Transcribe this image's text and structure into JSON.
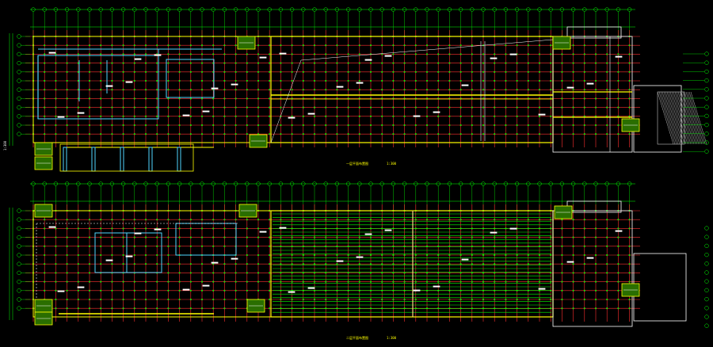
{
  "drawing": {
    "background": "#000000",
    "colors": {
      "grid_axis": "#ff3030",
      "column_grid": "#00ff00",
      "wall": "#ffff00",
      "partition": "#4fd6ff",
      "dimension": "#00ff00",
      "text": "#ffffff",
      "hatch": "#c0c0c0",
      "roof_line": "#00ff00"
    },
    "plans": [
      {
        "id": "plan-upper",
        "title": "一层平面布置图",
        "scale": "1:300"
      },
      {
        "id": "plan-lower",
        "title": "二层平面布置图",
        "scale": "1:300"
      }
    ],
    "side_label": "1:300"
  }
}
